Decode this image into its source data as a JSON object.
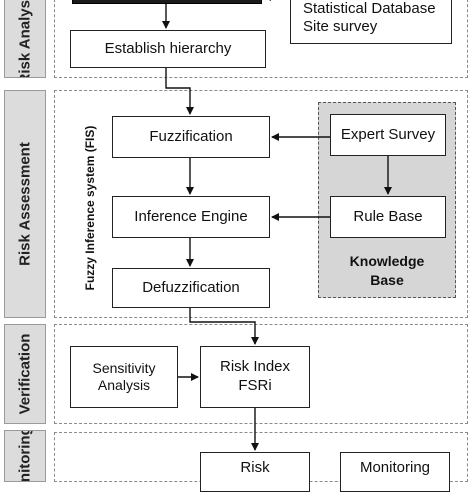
{
  "sections": {
    "risk_analysis": "Risk Analysis",
    "risk_assessment": "Risk Assessment",
    "verification": "Verification",
    "monitoring": "Monitoring"
  },
  "boxes": {
    "data_sources": "Statistical Database\nSite survey",
    "establish_hierarchy": "Establish hierarchy",
    "fuzzification": "Fuzzification",
    "inference_engine": "Inference Engine",
    "defuzzification": "Defuzzification",
    "expert_survey": "Expert Survey",
    "rule_base": "Rule Base",
    "knowledge_base": "Knowledge\nBase",
    "sensitivity_analysis": "Sensitivity\nAnalysis",
    "risk_index": "Risk  Index\nFSRi",
    "risk_bottom": "Risk",
    "monitoring_box": "Monitoring"
  },
  "fis_label": "Fuzzy Inference system (FIS)",
  "colors": {
    "band": "#dcdcdc",
    "knowledge_base_fill": "#d6d6d6",
    "top_dark_box": "#1b1b1b"
  }
}
